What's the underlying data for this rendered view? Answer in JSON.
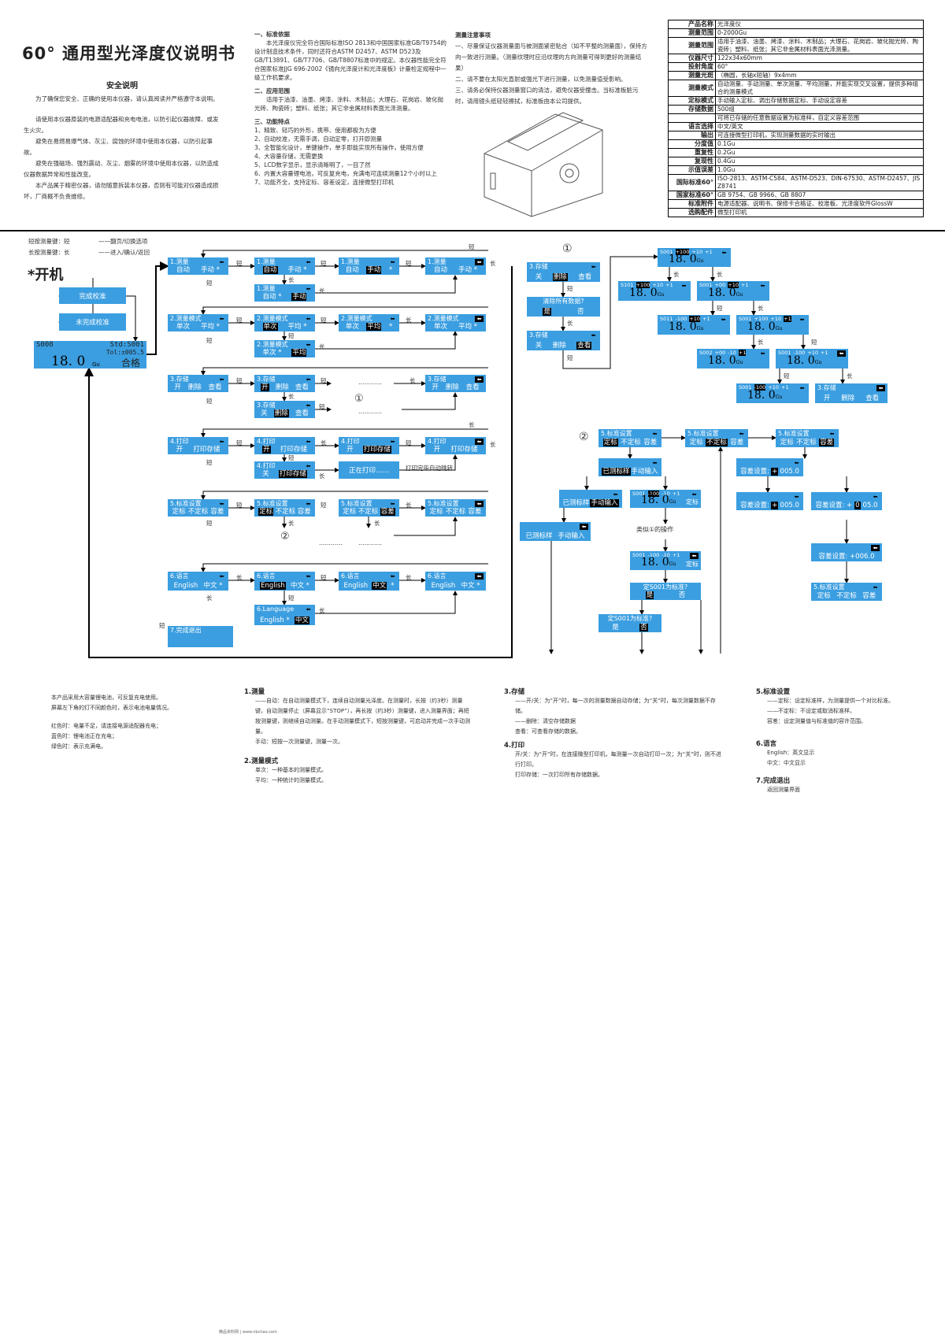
{
  "title": "60° 通用型光泽度仪说明书",
  "safety": {
    "heading": "安全说明",
    "paragraphs": [
      "为了确保您安全、正确的使用本仪器，请认真阅读并严格遵守本说明。",
      "请使用本仪器原装的电源适配器和充电电池，以防引起仪器故障、或发生火灾。",
      "避免在易燃易爆气体、灰尘、腐蚀的环境中使用本仪器，以防引起事故。",
      "避免在强磁场、强烈震动、灰尘、烟雾的环境中使用本仪器，以防造成仪器数据异常和性能改变。",
      "本产品属于精密仪器，请勿随意拆装本仪器，否则有可能对仪器造成损坏，厂商概不负责维修。"
    ]
  },
  "mid_sections": [
    {
      "heading": "一、标准依据",
      "lines": [
        "本光泽度仪完全符合国际标准ISO 2813和中国国家标准GB/T9754的设计制造技术条件，同时还符合ASTM D2457、ASTM D523及GB/T13891、GB/T7706、GB/T8807标准中的规定。本仪器性能完全符合国家标准JJG 696-2002《镜向光泽度计和光泽度板》计量检定规程中一级工作机要求。"
      ]
    },
    {
      "heading": "二、应用范围",
      "lines": [
        "适用于油漆、油墨、烤漆、涂料、木制品；大理石、花岗岩、玻化抛光砖、陶瓷砖；塑料、纸张；其它非金属材料表面光泽测量。"
      ]
    },
    {
      "heading": "三、功能特点",
      "lines": [
        "1、精致、轻巧的外形，携带、使用都极为方便",
        "2、自动校准，无需手调，自动定零，打开即测量",
        "3、全智能化设计，单键操作，单手即能实现所有操作，使用方便",
        "4、大容量存储，无需更换",
        "5、LCD数字显示，显示清晰明了，一目了然",
        "6、内置大容量锂电池，可反复充电，充满电可连续测量12个小时以上",
        "7、功能齐全，支持定标、容差设定，连接微型打印机"
      ]
    }
  ],
  "notes": {
    "heading": "测量注意事项",
    "lines": [
      "一、尽量保证仪器测量面与被测面紧密贴合（如不平整的测量面），保持方向一致进行测量。（测量纹理时应沿纹理的方向测量可得到更好的测量结果）",
      "二、请不要在太阳光直射或强光下进行测量，以免测量值受影响。",
      "三、请务必保持仪器测量窗口的清洁，避免仪器受撞击。当标准板脏污时，请用镜头纸轻轻擦拭，标准板由本公司提供。"
    ]
  },
  "specs": [
    {
      "k": "产品名称",
      "v": "光泽度仪"
    },
    {
      "k": "测量范围",
      "v": "0-2000Gu"
    },
    {
      "k": "测量范围",
      "v": "适用于油漆、油墨、烤漆、涂料、木制品；大理石、花岗岩、玻化抛光砖、陶瓷砖；塑料、纸张；其它非金属材料表面光泽测量。"
    },
    {
      "k": "仪器尺寸",
      "v": "122x34x60mm"
    },
    {
      "k": "投射角度",
      "v": "60°"
    },
    {
      "k": "测量光斑",
      "v": "（椭圆，长轴x短轴）9x4mm"
    },
    {
      "k": "测量模式",
      "v": "自动测量、手动测量、单次测量、平均测量，并能实现交叉设置，提供多种组合的测量模式"
    },
    {
      "k": "定标模式",
      "v": "手动输入定标、调出存储数据定标、手动设定容差"
    },
    {
      "k": "存储数据",
      "v": "500组"
    },
    {
      "k": "",
      "v": "可将已存储的任意数据设置为标准样，自定义容差范围"
    },
    {
      "k": "语言选择",
      "v": "中文/英文"
    },
    {
      "k": "输出",
      "v": "可连接微型打印机，实现测量数据的实时输出"
    },
    {
      "k": "分度值",
      "v": "0.1Gu"
    },
    {
      "k": "重复性",
      "v": "0.2Gu"
    },
    {
      "k": "复现性",
      "v": "0.4Gu"
    },
    {
      "k": "示值误差",
      "v": "1.0Gu"
    },
    {
      "k": "国际标准60°",
      "v": "ISO-2813、ASTM-C584、ASTM-D523、DIN-67530、ASTM-D2457、JIS Z8741"
    },
    {
      "k": "国家标准60°",
      "v": "GB 9754、GB 9966、GB 8807"
    },
    {
      "k": "标准附件",
      "v": "电源适配器、说明书、保修卡合格证、校准板、光泽度软件GlossW"
    },
    {
      "k": "选购配件",
      "v": "微型打印机"
    }
  ],
  "legend": {
    "short": "短按测量键：短",
    "short_desc": "——翻页/切换选项",
    "long": "长按测量键：长",
    "long_desc": "——进入/确认/返回"
  },
  "boot": {
    "label": "*开机",
    "display": {
      "sample": "S008",
      "std": "Std:S001",
      "tol": "Tol:±005.5",
      "value": "18. 0",
      "unit": "Gu",
      "status": "合格"
    }
  },
  "markers": {
    "one": "①",
    "two": "②",
    "similar": "类似①的操作",
    "dots": "…………",
    "print_done": "打印完毕自动跳转"
  },
  "screens": [
    {
      "t": "1.测量",
      "o": [
        [
          "自动",
          0
        ],
        [
          "手动 *",
          0
        ]
      ],
      "b": "n"
    },
    {
      "t": "1.测量",
      "o": [
        [
          "自动",
          1
        ],
        [
          "手动 *",
          0
        ]
      ],
      "b": "n"
    },
    {
      "t": "1.测量",
      "o": [
        [
          "自动",
          0
        ],
        [
          "手动",
          1
        ],
        [
          "*",
          0
        ]
      ],
      "b": "n"
    },
    {
      "t": "1.测量",
      "o": [
        [
          "自动",
          0
        ],
        [
          "手动 *",
          0
        ]
      ],
      "b": "i"
    },
    {
      "t": "1.测量",
      "o": [
        [
          "自动 *",
          0
        ],
        [
          "手动",
          1
        ]
      ],
      "b": "n"
    },
    {
      "t": "2.测量模式",
      "o": [
        [
          "单次",
          0
        ],
        [
          "平均 *",
          0
        ]
      ],
      "b": "n"
    },
    {
      "t": "2.测量模式",
      "o": [
        [
          "单次",
          1
        ],
        [
          "平均 *",
          0
        ]
      ],
      "b": "n"
    },
    {
      "t": "2.测量模式",
      "o": [
        [
          "单次",
          0
        ],
        [
          "平均",
          1
        ],
        [
          "*",
          0
        ]
      ],
      "b": "n"
    },
    {
      "t": "2.测量模式",
      "o": [
        [
          "单次",
          0
        ],
        [
          "平均 *",
          0
        ]
      ],
      "b": "i"
    },
    {
      "t": "2.测量模式",
      "o": [
        [
          "单次 *",
          0
        ],
        [
          "平均",
          1
        ]
      ],
      "b": "n"
    },
    {
      "t": "3.存储",
      "o": [
        [
          "开",
          0
        ],
        [
          "删除",
          0
        ],
        [
          "查看",
          0
        ]
      ],
      "b": "n"
    },
    {
      "t": "3.存储",
      "o": [
        [
          "开",
          1
        ],
        [
          "删除",
          0
        ],
        [
          "查看",
          0
        ]
      ],
      "b": "n"
    },
    {
      "t": "3.存储",
      "o": [
        [
          "开",
          0
        ],
        [
          "删除",
          0
        ],
        [
          "查看",
          0
        ]
      ],
      "b": "i"
    },
    {
      "t": "3.存储",
      "o": [
        [
          "关",
          0
        ],
        [
          "删除",
          1
        ],
        [
          "查看",
          0
        ]
      ],
      "b": "n"
    },
    {
      "t": "4.打印",
      "o": [
        [
          "开",
          0
        ],
        [
          "打印存储",
          0
        ]
      ],
      "b": "n"
    },
    {
      "t": "4.打印",
      "o": [
        [
          "开",
          1
        ],
        [
          "打印存储",
          0
        ]
      ],
      "b": "n"
    },
    {
      "t": "4.打印",
      "o": [
        [
          "开",
          0
        ],
        [
          "打印存储",
          1
        ]
      ],
      "b": "n"
    },
    {
      "t": "4.打印",
      "o": [
        [
          "开",
          0
        ],
        [
          "打印存储",
          0
        ]
      ],
      "b": "i"
    },
    {
      "t": "4.打印",
      "o": [
        [
          "关",
          0
        ],
        [
          "打印存储",
          1
        ]
      ],
      "b": "n"
    },
    {
      "p": "正在打印……"
    },
    {
      "t": "5.标准设置",
      "o": [
        [
          "定标",
          0
        ],
        [
          "不定标",
          0
        ],
        [
          "容差",
          0
        ]
      ],
      "b": "n"
    },
    {
      "t": "5.标准设置",
      "o": [
        [
          "定标",
          1
        ],
        [
          "不定标",
          0
        ],
        [
          "容差",
          0
        ]
      ],
      "b": "n"
    },
    {
      "t": "5.标准设置",
      "o": [
        [
          "定标",
          0
        ],
        [
          "不定标",
          0
        ],
        [
          "容差",
          1
        ]
      ],
      "b": "n"
    },
    {
      "t": "5.标准设置",
      "o": [
        [
          "定标",
          0
        ],
        [
          "不定标",
          0
        ],
        [
          "容差",
          0
        ]
      ],
      "b": "i"
    },
    {
      "t": "6.语言",
      "o": [
        [
          "English",
          0
        ],
        [
          "中文 *",
          0
        ]
      ],
      "b": "n"
    },
    {
      "t": "6.语言",
      "o": [
        [
          "English",
          1
        ],
        [
          "中文 *",
          0
        ]
      ],
      "b": "n"
    },
    {
      "t": "6.语言",
      "o": [
        [
          "English",
          0
        ],
        [
          "中文",
          1
        ],
        [
          "*",
          0
        ]
      ],
      "b": "n"
    },
    {
      "t": "6.语言",
      "o": [
        [
          "English",
          0
        ],
        [
          "中文 *",
          0
        ]
      ],
      "b": "i"
    },
    {
      "t": "6.Language",
      "o": [
        [
          "English *",
          0
        ],
        [
          "中文",
          1
        ]
      ],
      "b": "n"
    },
    {
      "t": "7.完成退出",
      "o": []
    },
    {
      "p": "完成校准"
    },
    {
      "p": "未完成校准"
    },
    {
      "t": "3.存储",
      "o": [
        [
          "关",
          0
        ],
        [
          "删除",
          1
        ],
        [
          "查看",
          0
        ]
      ],
      "b": "n"
    },
    {
      "c": "清除所有数据?",
      "o": [
        [
          "是",
          1
        ],
        [
          "否",
          0
        ]
      ]
    },
    {
      "t": "3.存储",
      "o": [
        [
          "关",
          0
        ],
        [
          "删除",
          0
        ],
        [
          "查看",
          1
        ]
      ],
      "b": "n"
    },
    {
      "h": [
        [
          "S001",
          0
        ],
        [
          "+100",
          1
        ],
        [
          "+10",
          0
        ],
        [
          "+1",
          0
        ]
      ],
      "v": "18. 0",
      "u": "Gu",
      "b": "n"
    },
    {
      "h": [
        [
          "S101",
          0
        ],
        [
          "+100",
          1
        ],
        [
          "+10",
          0
        ],
        [
          "+1",
          0
        ]
      ],
      "v": "18. 0",
      "u": "Gu",
      "b": "n"
    },
    {
      "h": [
        [
          "S001",
          0
        ],
        [
          "+00",
          0
        ],
        [
          "+10",
          1
        ],
        [
          "+1",
          0
        ]
      ],
      "v": "18. 0",
      "u": "Gu",
      "b": "n"
    },
    {
      "h": [
        [
          "S011",
          0
        ],
        [
          "-100",
          0
        ],
        [
          "+10",
          1
        ],
        [
          "+1",
          0
        ]
      ],
      "v": "18. 0",
      "u": "Gu",
      "b": "n"
    },
    {
      "h": [
        [
          "S001",
          0
        ],
        [
          "+100",
          0
        ],
        [
          "+10",
          0
        ],
        [
          "+1",
          1
        ]
      ],
      "v": "18. 0",
      "u": "Gu",
      "b": "n"
    },
    {
      "h": [
        [
          "S002",
          0
        ],
        [
          "+00",
          0
        ],
        [
          "-10",
          0
        ],
        [
          "+1",
          1
        ]
      ],
      "v": "18. 0",
      "u": "Gu",
      "b": "n"
    },
    {
      "h": [
        [
          "S001",
          0
        ],
        [
          "-100",
          0
        ],
        [
          "+10",
          0
        ],
        [
          "+1",
          0
        ]
      ],
      "v": "18. 0",
      "u": "Gu",
      "b": "i"
    },
    {
      "h": [
        [
          "S001",
          0
        ],
        [
          "-100",
          1
        ],
        [
          "+10",
          0
        ],
        [
          "+1",
          0
        ]
      ],
      "v": "18. 0",
      "u": "Gu",
      "b": "n"
    },
    {
      "t": "3.存储",
      "o": [
        [
          "开",
          0
        ],
        [
          "删除",
          0
        ],
        [
          "查看",
          0
        ]
      ],
      "b": "i"
    },
    {
      "t": "5.标准设置",
      "o": [
        [
          "定标",
          1
        ],
        [
          "不定标",
          0
        ],
        [
          "容差",
          0
        ]
      ],
      "b": "n"
    },
    {
      "t": "5.标准设置",
      "o": [
        [
          "定标",
          0
        ],
        [
          "不定标",
          1
        ],
        [
          "容差",
          0
        ]
      ],
      "b": "n"
    },
    {
      "t": "5.标准设置",
      "o": [
        [
          "定标",
          0
        ],
        [
          "不定标",
          0
        ],
        [
          "容差",
          1
        ]
      ],
      "b": "n"
    },
    {
      "t": "",
      "o": [
        [
          "已测标样",
          1
        ],
        [
          "手动输入",
          0
        ]
      ],
      "b": "n"
    },
    {
      "t": "",
      "o": [
        [
          "已测标样",
          0
        ],
        [
          "手动输入",
          1
        ]
      ],
      "b": "n"
    },
    {
      "h": [
        [
          "S001",
          0
        ],
        [
          "-100",
          1
        ],
        [
          "-10",
          0
        ],
        [
          "+1",
          0
        ]
      ],
      "v": "18. 0",
      "u": "Gu",
      "tag": "定标",
      "b": "n"
    },
    {
      "t": "",
      "o": [
        [
          "已测标样",
          0
        ],
        [
          "手动输入",
          0
        ]
      ],
      "b": "i"
    },
    {
      "h": [
        [
          "S001",
          0
        ],
        [
          "-100",
          0
        ],
        [
          "-10",
          0
        ],
        [
          "+1",
          0
        ]
      ],
      "v": "18. 0",
      "u": "Gu",
      "tag": "定标",
      "b": "i"
    },
    {
      "c": "定S001为标准?",
      "o": [
        [
          "是",
          1
        ],
        [
          "否",
          0
        ]
      ]
    },
    {
      "c": "定S001为标准?",
      "o": [
        [
          "是",
          0
        ],
        [
          "否",
          1
        ]
      ]
    },
    {
      "t": "",
      "o": [
        [
          "容差设置: ",
          0
        ],
        [
          "+",
          1
        ],
        [
          "005.0",
          0
        ]
      ],
      "b": "n"
    },
    {
      "t": "",
      "o": [
        [
          "容差设置: ",
          0
        ],
        [
          "+",
          1
        ],
        [
          "005.0",
          0
        ]
      ],
      "b": "n"
    },
    {
      "t": "",
      "o": [
        [
          "容差设置: +",
          0
        ],
        [
          "0",
          1
        ],
        [
          "05.0",
          0
        ]
      ],
      "b": "n"
    },
    {
      "t": "",
      "o": [
        [
          "容差设置: +006.0",
          0
        ]
      ],
      "b": "i"
    },
    {
      "t": "5.标准设置",
      "o": [
        [
          "定标",
          0
        ],
        [
          "不定标",
          0
        ],
        [
          "容差",
          0
        ]
      ],
      "b": "n"
    }
  ],
  "edge_labels": [
    "短",
    "短",
    "短",
    "长",
    "短",
    "短",
    "短",
    "长",
    "短",
    "短",
    "长",
    "长",
    "短",
    "短",
    "长",
    "长",
    "短",
    "短",
    "短",
    "长",
    "短",
    "短",
    "短",
    "长",
    "短",
    "短",
    "长",
    "长",
    "长",
    "短",
    "长",
    "短",
    "长",
    "短",
    "长",
    "长",
    "短",
    "长",
    "短",
    "长",
    "短",
    "长",
    "短",
    "长",
    "长",
    "短",
    "长",
    "长",
    "短",
    "短",
    "长",
    "长"
  ],
  "bottom": {
    "battery": [
      "本产品采用大容量锂电池，可反复充电使用。",
      "屏幕左下角的灯不同颜色时，表示电池电量情况。",
      "红色时：电量不足，请连接电源适配器充电；",
      "蓝色时：锂电池正在充电；",
      "绿色时：表示充满电。"
    ],
    "sections": [
      {
        "h": "1.测量",
        "lines": [
          "——自动：在自动测量模式下，连续自动测量光泽度。在测量时，长按（约3秒）测量键，自动测量停止（屏幕显示“STOP”），再长按（约3秒）测量键，进入测量界面；再短按测量键，则继续自动测量。在手动测量模式下，短按测量键，可启动并完成一次手动测量。",
          "手动：短按一次测量键，测量一次。"
        ]
      },
      {
        "h": "2.测量模式",
        "lines": [
          "单次：一种基本的测量模式。",
          "平均：一种统计的测量模式。"
        ]
      },
      {
        "h": "3.存储",
        "lines": [
          "——开/关：为“开”时，每一次的测量数据自动存储；为“关”时，每次测量数据不存储。",
          "——删除：清空存储数据",
          "查看：可查看存储的数据。"
        ]
      },
      {
        "h": "4.打印",
        "lines": [
          "开/关：为“开”时，在连接微型打印机，每测量一次自动打印一次；为“关”时，则不进行打印。",
          "打印存储：一次打印所有存储数据。"
        ]
      },
      {
        "h": "5.标准设置",
        "lines": [
          "——定标：设定标准样，为测量提供一个对比标准。",
          "——不定标：不设定或取消标准样。",
          "容差：设定测量值与标准值的容许范围。"
        ]
      },
      {
        "h": "6.语言",
        "lines": [
          "English：英文显示",
          "中文：中文显示"
        ]
      },
      {
        "h": "7.完成退出",
        "lines": [
          "返回测量界面"
        ]
      }
    ]
  },
  "footer": "精品资料网 | www.nbchao.com",
  "colors": {
    "screen": "#3b9ee0",
    "highlight": "#000000"
  }
}
